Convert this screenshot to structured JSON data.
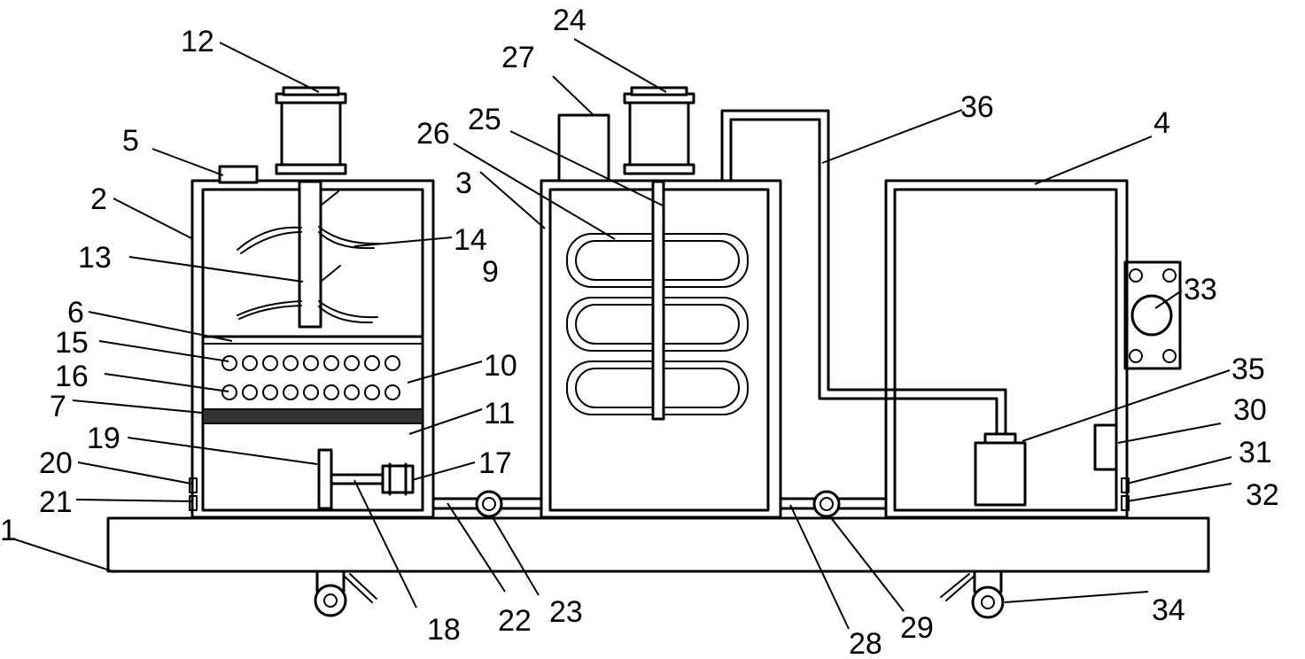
{
  "labels": {
    "n1": "1",
    "n2": "2",
    "n3": "3",
    "n4": "4",
    "n5": "5",
    "n6": "6",
    "n7": "7",
    "n9": "9",
    "n10": "10",
    "n11": "11",
    "n12": "12",
    "n13": "13",
    "n14": "14",
    "n15": "15",
    "n16": "16",
    "n17": "17",
    "n18": "18",
    "n19": "19",
    "n20": "20",
    "n21": "21",
    "n22": "22",
    "n23": "23",
    "n24": "24",
    "n25": "25",
    "n26": "26",
    "n27": "27",
    "n28": "28",
    "n29": "29",
    "n30": "30",
    "n31": "31",
    "n32": "32",
    "n33": "33",
    "n34": "34",
    "n35": "35",
    "n36": "36"
  }
}
